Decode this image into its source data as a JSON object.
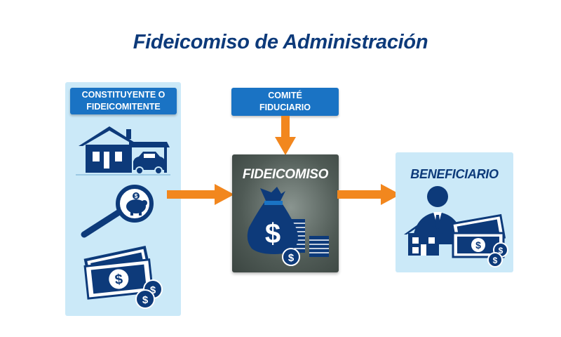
{
  "title": "Fideicomiso de Administración",
  "constituyente": {
    "line1": "CONSTITUYENTE O",
    "line2": "FIDEICOMITENTE"
  },
  "comite": {
    "line1": "COMITÉ",
    "line2": "FIDUCIARIO"
  },
  "fideicomiso": {
    "label": "FIDEICOMISO"
  },
  "beneficiario": {
    "label": "BENEFICIARIO"
  },
  "icons": [
    "house-car-icon",
    "magnifier-piggy-bank-icon",
    "money-bills-icon",
    "money-bag-icon",
    "businessman-icon"
  ],
  "colors": {
    "navy": "#0d3a7a",
    "blue": "#1a73c4",
    "orange": "#f2871e",
    "light_blue": "#cbe9f8",
    "box_gray": "#4f5a55"
  },
  "currency_symbol": "$"
}
